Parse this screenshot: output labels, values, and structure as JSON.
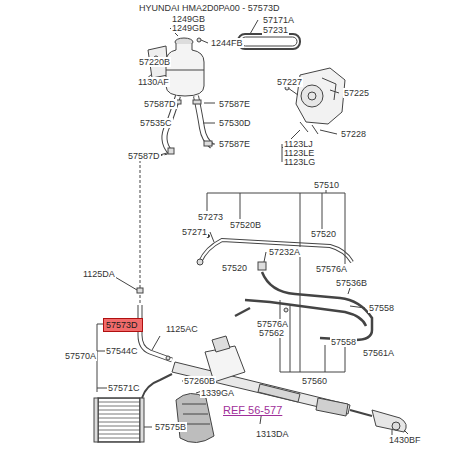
{
  "diagram": {
    "title": "HYUNDAI HMA2D0PA00 - 57573D",
    "nodes": [
      {
        "text": [
          "57573D"
        ]
      }
    ],
    "labels": [
      "1249GB",
      "1249GB",
      "57171A",
      "57231",
      "57220B",
      "1244FB",
      "1130AF",
      "57227",
      "57225",
      "57587D",
      "57587E",
      "57535C",
      "57530D",
      "57228",
      "57587E",
      "1123LJ",
      "1123LE",
      "1123LG",
      "57587D",
      "57510",
      "57273",
      "57520B",
      "57271",
      "57520",
      "57232A",
      "57520",
      "1125DA",
      "57576A",
      "57536B",
      "57558",
      "1125AC",
      "57576A",
      "57562",
      "57544C",
      "57570A",
      "57558",
      "57561A",
      "57571C",
      "57260B",
      "57560",
      "1339GA",
      "REF 56-577",
      "57575B",
      "1313DA",
      "1430BF"
    ]
  }
}
